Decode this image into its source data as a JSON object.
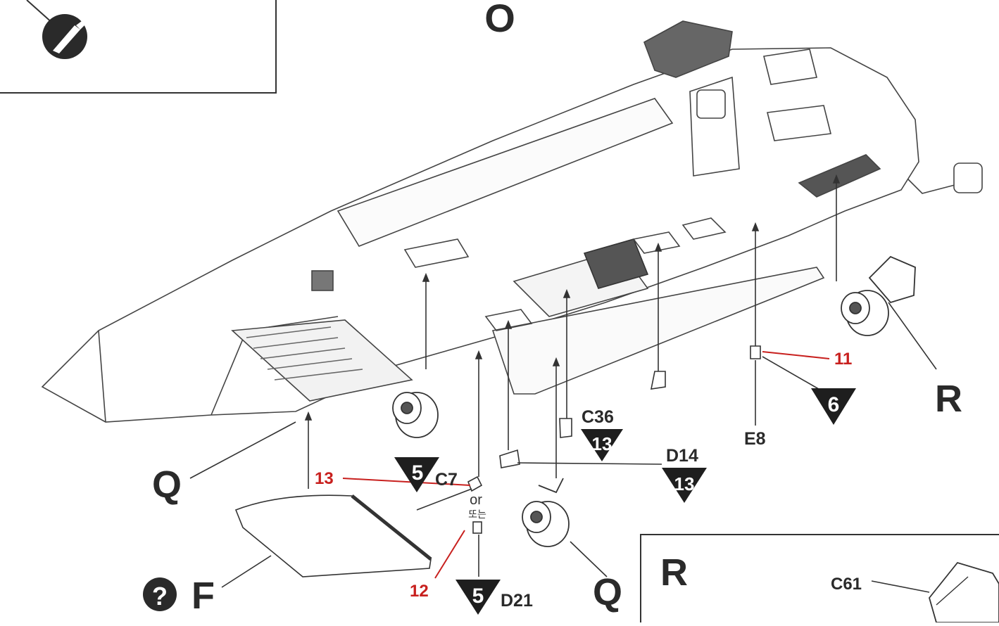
{
  "step_header": "O",
  "sub_assembly_letters": {
    "q_left": "Q",
    "q_bottom": "Q",
    "r_right": "R",
    "r_box": "R",
    "f": "F"
  },
  "parts": {
    "c36": "C36",
    "d14": "D14",
    "e8": "E8",
    "c7": "C7",
    "d21": "D21",
    "c61": "C61"
  },
  "or_text": {
    "en": "or",
    "ko": "또는"
  },
  "badges": {
    "c36_qty": "13",
    "d14_qty": "13",
    "e8_qty": "6",
    "c7_qty": "5",
    "d21_qty": "5"
  },
  "callouts": {
    "c7": "13",
    "d21": "12",
    "e8": "11"
  },
  "optional_marker": "?",
  "colors": {
    "red_callout": "#c8201e",
    "ink": "#2a2a2a",
    "badge": "#1e1e1e"
  }
}
